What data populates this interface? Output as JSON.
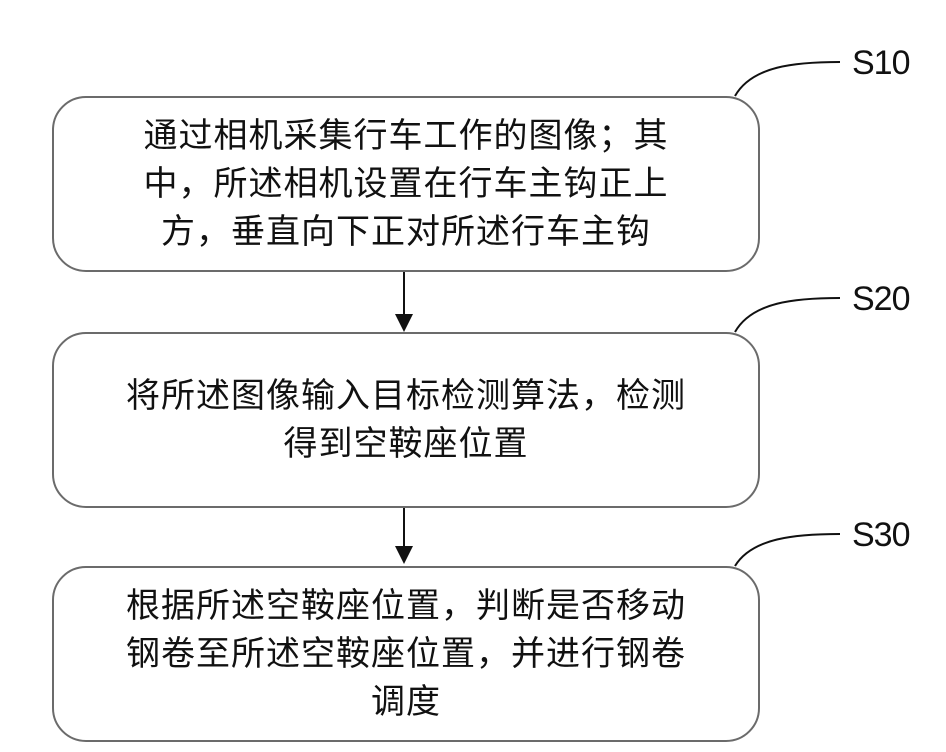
{
  "steps": [
    {
      "label": "S10",
      "text": "通过相机采集行车工作的图像；其\n中，所述相机设置在行车主钩正上\n方，垂直向下正对所述行车主钩"
    },
    {
      "label": "S20",
      "text": "将所述图像输入目标检测算法，检测\n得到空鞍座位置"
    },
    {
      "label": "S30",
      "text": "根据所述空鞍座位置，判断是否移动\n钢卷至所述空鞍座位置，并进行钢卷\n调度"
    }
  ],
  "colors": {
    "box_border": "#6b6b6b",
    "line": "#111111",
    "text": "#111111"
  }
}
